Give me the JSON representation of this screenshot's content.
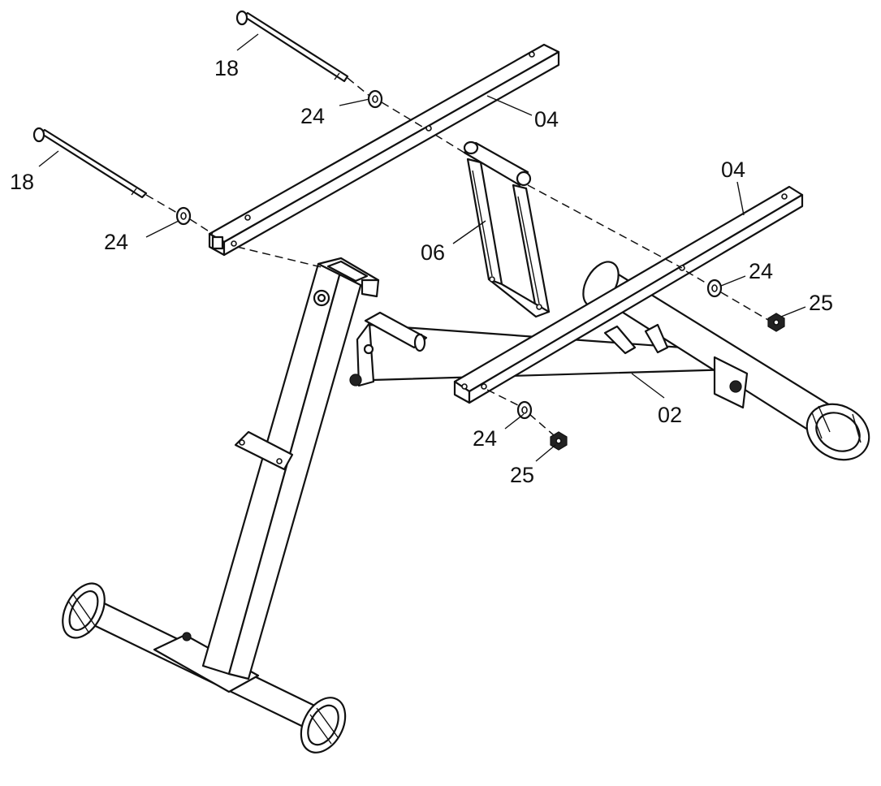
{
  "callouts": [
    {
      "id": "18a",
      "text": "18"
    },
    {
      "id": "18b",
      "text": "18"
    },
    {
      "id": "24a",
      "text": "24"
    },
    {
      "id": "24b",
      "text": "24"
    },
    {
      "id": "24c",
      "text": "24"
    },
    {
      "id": "24d",
      "text": "24"
    },
    {
      "id": "04a",
      "text": "04"
    },
    {
      "id": "04b",
      "text": "04"
    },
    {
      "id": "06",
      "text": "06"
    },
    {
      "id": "25a",
      "text": "25"
    },
    {
      "id": "25b",
      "text": "25"
    },
    {
      "id": "02",
      "text": "02"
    }
  ]
}
